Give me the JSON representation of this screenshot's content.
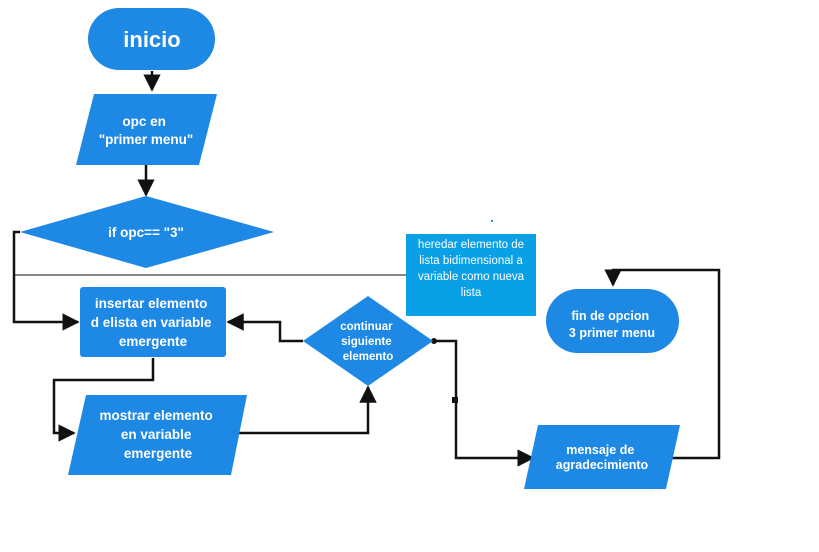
{
  "colors": {
    "node": "#1e88e5",
    "note": "#0aa0e6",
    "line": "#111111"
  },
  "nodes": {
    "start": {
      "shape": "terminator",
      "lines": [
        "inicio"
      ]
    },
    "opc_input": {
      "shape": "parallelogram",
      "lines": [
        "opc en",
        "\"primer menu\""
      ]
    },
    "if_opc": {
      "shape": "decision",
      "lines": [
        "if opc== \"3\""
      ]
    },
    "insert": {
      "shape": "process",
      "lines": [
        "insertar elemento",
        "d elista en variable",
        "emergente"
      ]
    },
    "show": {
      "shape": "parallelogram",
      "lines": [
        "mostrar elemento",
        "en variable",
        "emergente"
      ]
    },
    "continue": {
      "shape": "decision",
      "lines": [
        "continuar",
        "siguiente",
        "elemento"
      ]
    },
    "thanks": {
      "shape": "parallelogram",
      "lines": [
        "mensaje de",
        "agradecimiento"
      ]
    },
    "end": {
      "shape": "terminator",
      "lines": [
        "fin de opcion",
        "3 primer menu"
      ]
    }
  },
  "note": {
    "lines": [
      "heredar elemento de",
      "lista bidimensional a",
      "variable como nueva",
      "lista"
    ]
  }
}
